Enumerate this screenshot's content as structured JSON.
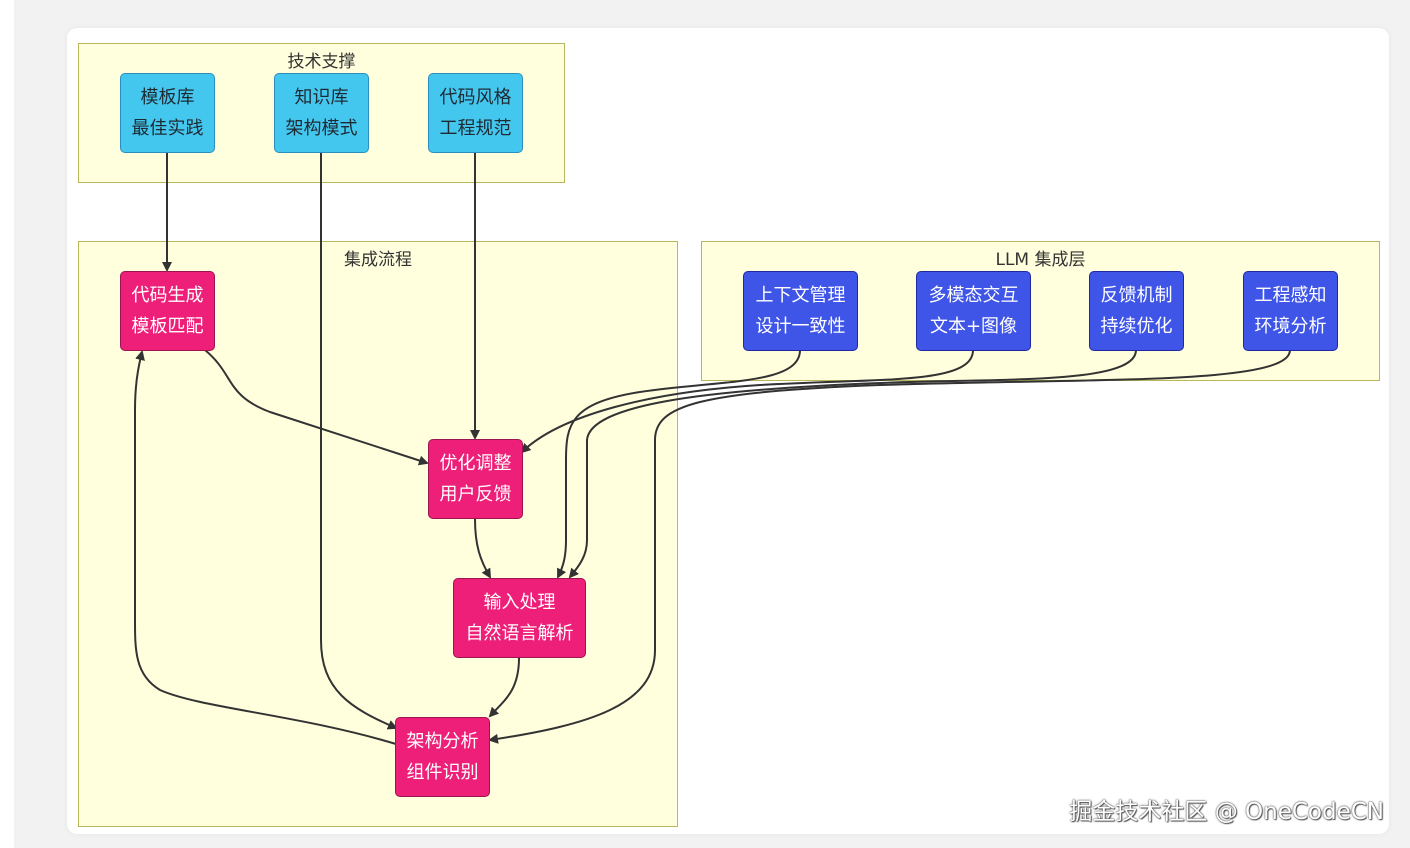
{
  "clusters": {
    "support": {
      "title": "技术支撑"
    },
    "flow": {
      "title": "集成流程"
    },
    "llm": {
      "title": "LLM 集成层"
    }
  },
  "nodes": {
    "template_lib": {
      "line1": "模板库",
      "line2": "最佳实践"
    },
    "knowledge_lib": {
      "line1": "知识库",
      "line2": "架构模式"
    },
    "code_style": {
      "line1": "代码风格",
      "line2": "工程规范"
    },
    "code_gen": {
      "line1": "代码生成",
      "line2": "模板匹配"
    },
    "optimize": {
      "line1": "优化调整",
      "line2": "用户反馈"
    },
    "input_proc": {
      "line1": "输入处理",
      "line2": "自然语言解析"
    },
    "arch_analysis": {
      "line1": "架构分析",
      "line2": "组件识别"
    },
    "context_mgmt": {
      "line1": "上下文管理",
      "line2": "设计一致性"
    },
    "multimodal": {
      "line1": "多模态交互",
      "line2": "文本+图像"
    },
    "feedback": {
      "line1": "反馈机制",
      "line2": "持续优化"
    },
    "eng_aware": {
      "line1": "工程感知",
      "line2": "环境分析"
    }
  },
  "colors": {
    "cluster_fill": "#ffffde",
    "cluster_border": "#b8b85a",
    "support_node": "#44c7ee",
    "flow_node": "#ee1f78",
    "llm_node": "#3f55e8",
    "edge": "#333333"
  },
  "watermark": "掘金技术社区 @ OneCodeCN"
}
